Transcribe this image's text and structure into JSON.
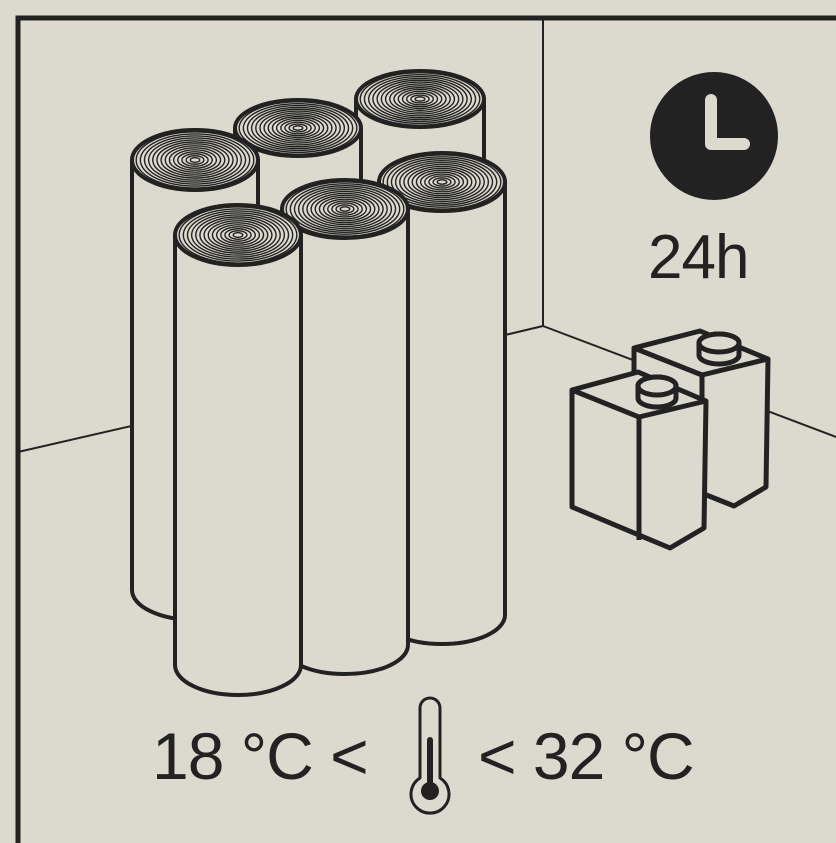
{
  "colors": {
    "background": "#dcd9cf",
    "ink": "#222222",
    "roll_fill": "#dcd9cf"
  },
  "icons": {
    "clock": "clock-icon",
    "thermometer": "thermometer-icon",
    "containers": "container-icon"
  },
  "conditioning": {
    "duration": "24h",
    "temp_min": "18 °C <",
    "temp_max": "< 32 °C"
  },
  "roll_count": 6,
  "container_count": 2
}
